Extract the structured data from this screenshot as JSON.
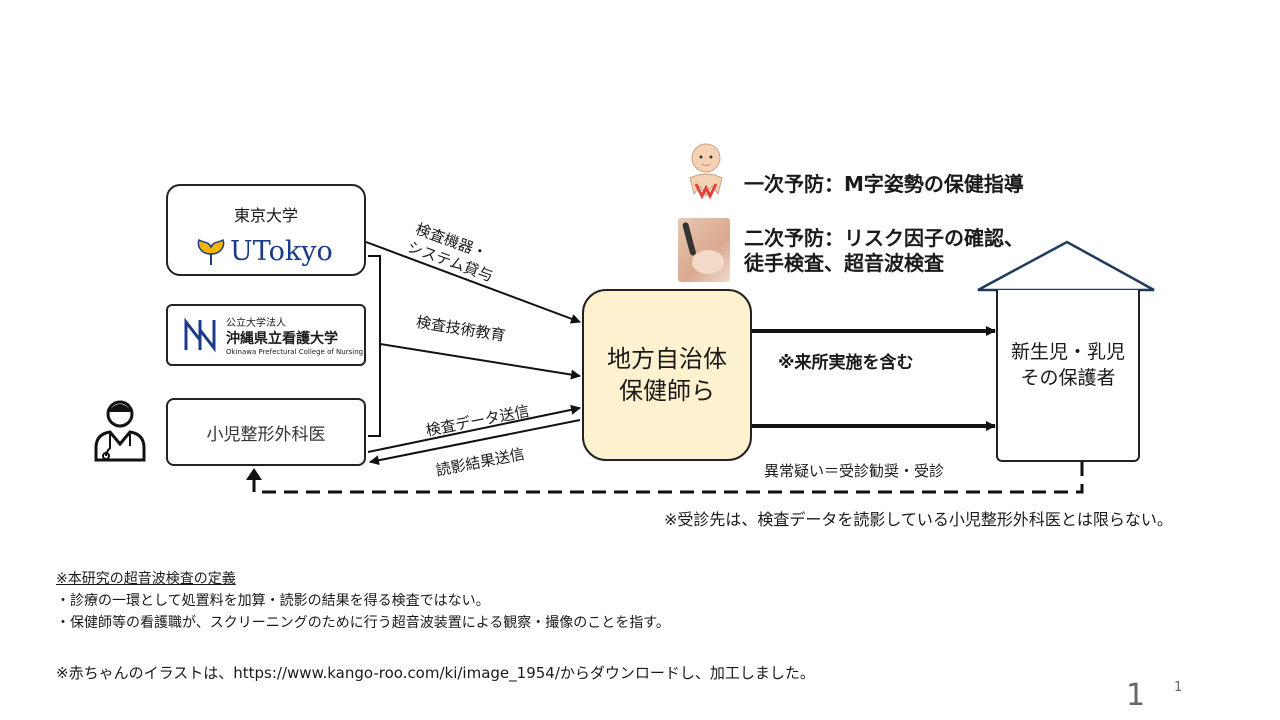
{
  "prevention": {
    "primary": "一次予防：M字姿勢の保健指導",
    "secondary_line1": "二次予防：リスク因子の確認、",
    "secondary_line2": "徒手検査、超音波検査"
  },
  "orgs": {
    "tokyo_title": "東京大学",
    "tokyo_logo": "UTokyo",
    "okinawa_line1": "公立大学法人",
    "okinawa_line2": "沖縄県立看護大学",
    "okinawa_line3": "Okinawa Prefectural College of Nursing",
    "pediatric": "小児整形外科医"
  },
  "center": {
    "line1": "地方自治体",
    "line2": "保健師ら"
  },
  "house": {
    "line1": "新生児・乳児",
    "line2": "その保護者"
  },
  "arrows": {
    "equipment_line1": "検査機器・",
    "equipment_line2": "システム貸与",
    "education": "検査技術教育",
    "data_send": "検査データ送信",
    "result_send": "読影結果送信",
    "onsite": "※来所実施を含む",
    "referral": "異常疑い＝受診勧奨・受診"
  },
  "notes": {
    "referral_note": "※受診先は、検査データを読影している小児整形外科医とは限らない。",
    "definition_title": "※本研究の超音波検査の定義",
    "definition_1": "・診療の一環として処置料を加算・読影の結果を得る検査ではない。",
    "definition_2": "・保健師等の看護職が、スクリーニングのために行う超音波装置による観察・撮像のことを指す。",
    "illustration_credit": "※赤ちゃんのイラストは、https://www.kango-roo.com/ki/image_1954/からダウンロードし、加工しました。"
  },
  "page": {
    "number_large": "1",
    "number_small": "1"
  },
  "colors": {
    "center_fill": "#fdf1cf",
    "utokyo_blue": "#1a3a8a",
    "utokyo_gold": "#f2b600",
    "house_stroke": "#1f3b5c"
  }
}
